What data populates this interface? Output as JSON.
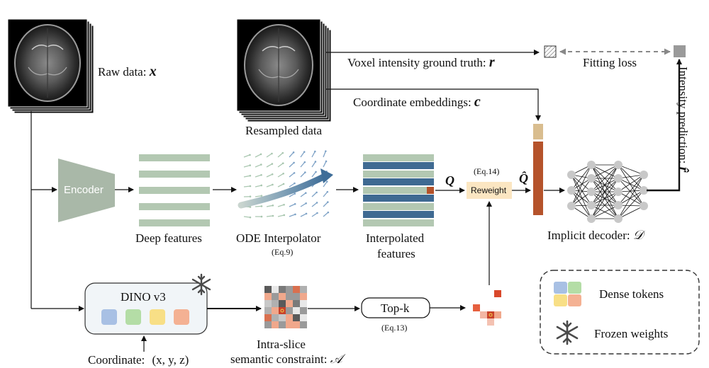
{
  "inputs": {
    "raw_label": "Raw data:",
    "raw_var": "x",
    "resampled_label": "Resampled data"
  },
  "targets": {
    "ground_truth_label": "Voxel intensity ground truth:",
    "ground_truth_var": "r",
    "coord_emb_label": "Coordinate embeddings:",
    "coord_emb_var": "c",
    "fitting_loss": "Fitting loss",
    "prediction_label": "Intensity prediction:",
    "prediction_var": "r̂"
  },
  "pipeline": {
    "encoder": "Encoder",
    "deep_features": "Deep features",
    "ode": "ODE Interpolator",
    "ode_eq": "(Eq.9)",
    "interpolated_line1": "Interpolated",
    "interpolated_line2": "features",
    "q_var": "Q",
    "reweight": "Reweight",
    "reweight_eq": "(Eq.14)",
    "qhat_var": "Q̂",
    "decoder_label": "Implicit decoder:",
    "decoder_var": "𝒟"
  },
  "semantic": {
    "dino": "DINO v3",
    "coord_label": "Coordinate:",
    "coord_value": "(x, y, z)",
    "intra_line1": "Intra-slice",
    "intra_line2": "semantic constraint:",
    "intra_var": "𝒜",
    "topk": "Top-k",
    "topk_eq": "(Eq.13)"
  },
  "legend": {
    "dense_tokens": "Dense tokens",
    "frozen_weights": "Frozen weights"
  },
  "colors": {
    "encoder": "#a9b8a8",
    "feature_stripe": "#b3c8b2",
    "blue_stripe": "#3f6a92",
    "rust": "#b5532b",
    "tan": "#d9bd8f",
    "reweight_fill": "#fbe6c2",
    "dino_fill": "#f1f5f8",
    "token_blue": "#a8c0e4",
    "token_green": "#b4dda6",
    "token_yellow": "#f8df86",
    "token_orange": "#f4b193",
    "node_gray": "#c8c8c8"
  }
}
